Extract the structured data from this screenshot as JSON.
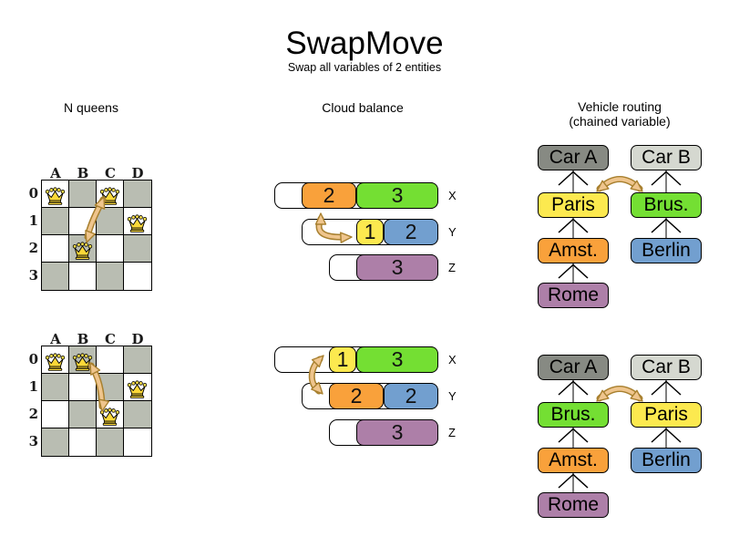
{
  "title": "SwapMove",
  "subtitle": "Swap all variables of 2 entities",
  "sections": {
    "nqueens": {
      "header": "N queens"
    },
    "cloud": {
      "header": "Cloud balance"
    },
    "vehicle": {
      "header_line1": "Vehicle routing",
      "header_line2": "(chained variable)"
    }
  },
  "palette": {
    "orange": "#f9a13b",
    "green": "#74df33",
    "yellow": "#fce94f",
    "blue": "#729fcf",
    "purple": "#ad7fa8",
    "car_dark": "#878a83",
    "car_light": "#d5d8d0",
    "board_gray": "#b9bdb2",
    "swap_arrow_fill": "#efc58d",
    "swap_arrow_outline": "#a8802f",
    "queen_gold": "#fbd838"
  },
  "nqueens": {
    "col_labels": [
      "A",
      "B",
      "C",
      "D"
    ],
    "row_labels": [
      "0",
      "1",
      "2",
      "3"
    ],
    "before": {
      "queens": [
        {
          "col": "A",
          "row": 0
        },
        {
          "col": "C",
          "row": 0
        },
        {
          "col": "D",
          "row": 1
        },
        {
          "col": "B",
          "row": 2
        }
      ]
    },
    "after": {
      "queens": [
        {
          "col": "A",
          "row": 0
        },
        {
          "col": "B",
          "row": 0
        },
        {
          "col": "D",
          "row": 1
        },
        {
          "col": "C",
          "row": 2
        }
      ]
    }
  },
  "cloud": {
    "before": {
      "rows": [
        {
          "label": "X",
          "capacity": 6,
          "blocks": [
            {
              "value": 2,
              "color": "orange"
            },
            {
              "value": 3,
              "color": "green"
            }
          ]
        },
        {
          "label": "Y",
          "capacity": 5,
          "blocks": [
            {
              "value": 1,
              "color": "yellow"
            },
            {
              "value": 2,
              "color": "blue"
            }
          ]
        },
        {
          "label": "Z",
          "capacity": 4,
          "blocks": [
            {
              "value": 3,
              "color": "purple"
            }
          ]
        }
      ]
    },
    "after": {
      "rows": [
        {
          "label": "X",
          "capacity": 6,
          "blocks": [
            {
              "value": 1,
              "color": "yellow"
            },
            {
              "value": 3,
              "color": "green"
            }
          ]
        },
        {
          "label": "Y",
          "capacity": 5,
          "blocks": [
            {
              "value": 2,
              "color": "orange"
            },
            {
              "value": 2,
              "color": "blue"
            }
          ]
        },
        {
          "label": "Z",
          "capacity": 4,
          "blocks": [
            {
              "value": 3,
              "color": "purple"
            }
          ]
        }
      ]
    }
  },
  "vehicle": {
    "before": {
      "chain_a": [
        {
          "label": "Car A",
          "color": "car_dark"
        },
        {
          "label": "Paris",
          "color": "yellow"
        },
        {
          "label": "Amst.",
          "color": "orange"
        },
        {
          "label": "Rome",
          "color": "purple"
        }
      ],
      "chain_b": [
        {
          "label": "Car B",
          "color": "car_light"
        },
        {
          "label": "Brus.",
          "color": "green"
        },
        {
          "label": "Berlin",
          "color": "blue"
        }
      ]
    },
    "after": {
      "chain_a": [
        {
          "label": "Car A",
          "color": "car_dark"
        },
        {
          "label": "Brus.",
          "color": "green"
        },
        {
          "label": "Amst.",
          "color": "orange"
        },
        {
          "label": "Rome",
          "color": "purple"
        }
      ],
      "chain_b": [
        {
          "label": "Car B",
          "color": "car_light"
        },
        {
          "label": "Paris",
          "color": "yellow"
        },
        {
          "label": "Berlin",
          "color": "blue"
        }
      ]
    }
  }
}
